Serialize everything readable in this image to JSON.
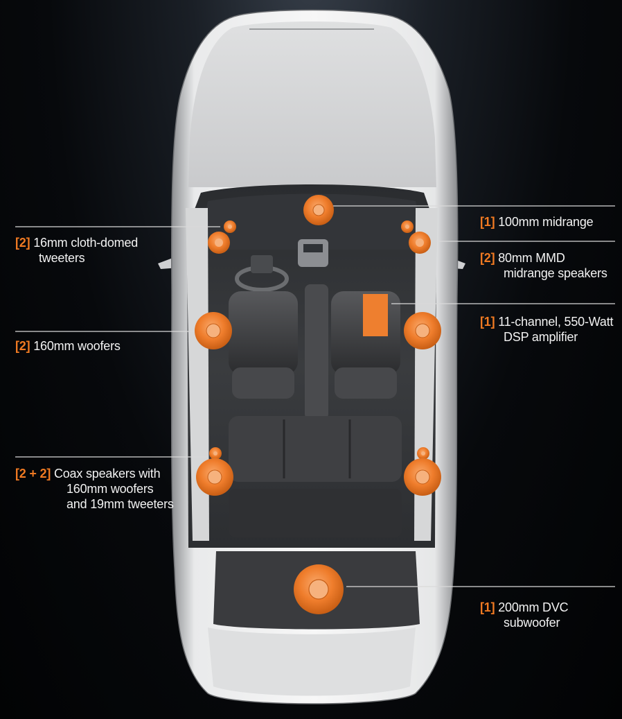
{
  "colors": {
    "accent": "#f07a22",
    "speaker": "#ee7f2f",
    "leader_line": "#d9d9d9",
    "background": "#050608",
    "label_text": "#f2f2f2"
  },
  "callouts": {
    "midrange_100": {
      "count": "[1]",
      "lines": [
        "100mm midrange"
      ]
    },
    "tweeters_16": {
      "count": "[2]",
      "lines": [
        "16mm cloth-domed",
        "tweeters"
      ]
    },
    "mmd_80": {
      "count": "[2]",
      "lines": [
        "80mm MMD",
        "midrange speakers"
      ]
    },
    "amplifier": {
      "count": "[1]",
      "lines": [
        "11-channel, 550-Watt",
        "DSP amplifier"
      ]
    },
    "woofers_160": {
      "count": "[2]",
      "lines": [
        "160mm woofers"
      ]
    },
    "coax": {
      "count": "[2 + 2]",
      "lines": [
        "Coax speakers with",
        "160mm woofers",
        "and 19mm tweeters"
      ]
    },
    "subwoofer": {
      "count": "[1]",
      "lines": [
        "200mm DVC",
        "subwoofer"
      ]
    }
  }
}
